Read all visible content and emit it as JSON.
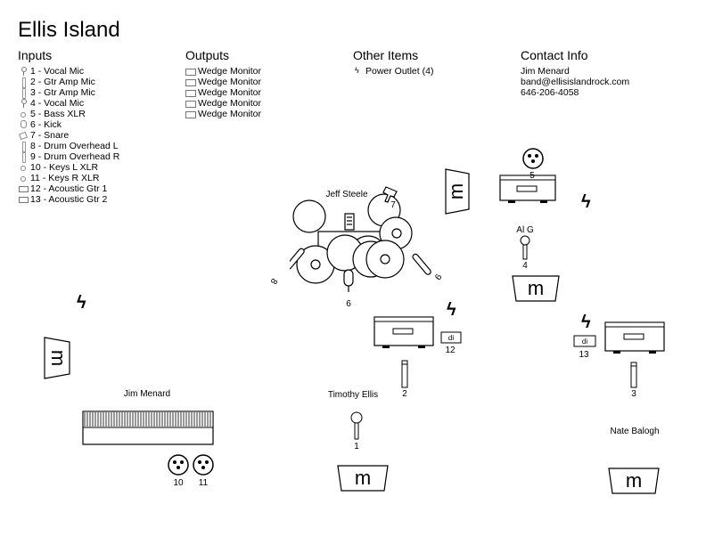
{
  "title": "Ellis Island",
  "inputs": {
    "heading": "Inputs",
    "items": [
      {
        "icon": "vocal-mic-icon",
        "label": "1 - Vocal Mic"
      },
      {
        "icon": "instrument-mic-icon",
        "label": "2 - Gtr Amp Mic"
      },
      {
        "icon": "instrument-mic-icon",
        "label": "3 - Gtr Amp Mic"
      },
      {
        "icon": "vocal-mic-icon",
        "label": "4 - Vocal Mic"
      },
      {
        "icon": "xlr-icon",
        "label": "5 - Bass XLR"
      },
      {
        "icon": "kick-mic-icon",
        "label": "6 - Kick"
      },
      {
        "icon": "snare-mic-icon",
        "label": "7 - Snare"
      },
      {
        "icon": "instrument-mic-icon",
        "label": "8 - Drum Overhead L"
      },
      {
        "icon": "instrument-mic-icon",
        "label": "9 - Drum Overhead R"
      },
      {
        "icon": "xlr-icon",
        "label": "10 - Keys L XLR"
      },
      {
        "icon": "xlr-icon",
        "label": "11 - Keys R XLR"
      },
      {
        "icon": "di-box-icon",
        "label": "12 - Acoustic Gtr 1"
      },
      {
        "icon": "di-box-icon",
        "label": "13 - Acoustic Gtr 2"
      }
    ]
  },
  "outputs": {
    "heading": "Outputs",
    "items": [
      {
        "icon": "wedge-monitor-icon",
        "label": "Wedge Monitor"
      },
      {
        "icon": "wedge-monitor-icon",
        "label": "Wedge Monitor"
      },
      {
        "icon": "wedge-monitor-icon",
        "label": "Wedge Monitor"
      },
      {
        "icon": "wedge-monitor-icon",
        "label": "Wedge Monitor"
      },
      {
        "icon": "wedge-monitor-icon",
        "label": "Wedge Monitor"
      }
    ]
  },
  "other": {
    "heading": "Other Items",
    "items": [
      {
        "icon": "power-outlet-icon",
        "label": "Power Outlet (4)"
      }
    ]
  },
  "contact": {
    "heading": "Contact Info",
    "name": "Jim Menard",
    "email": "band@ellisislandrock.com",
    "phone": "646-206-4058"
  },
  "stage": {
    "names": {
      "jeff": "Jeff Steele",
      "al": "Al G",
      "jim": "Jim Menard",
      "timothy": "Timothy Ellis",
      "nate": "Nate Balogh"
    },
    "channels": {
      "c1": "1",
      "c2": "2",
      "c3": "3",
      "c4": "4",
      "c5": "5",
      "c6": "6",
      "c7": "7",
      "c8": "8",
      "c9": "9",
      "c10": "10",
      "c11": "11",
      "c12": "12",
      "c13": "13"
    },
    "monitor_letter": "m",
    "di_label": "di",
    "bolt_glyph": "ϟ"
  }
}
